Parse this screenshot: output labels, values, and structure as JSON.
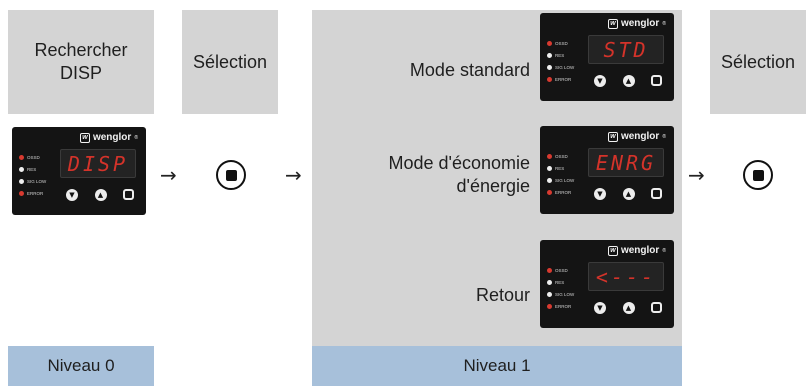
{
  "level0": {
    "search_label": "Rechercher\nDISP",
    "selection_label": "Sélection",
    "footer": "Niveau 0"
  },
  "level1": {
    "footer": "Niveau 1",
    "rows": [
      {
        "label": "Mode standard",
        "display": "STD"
      },
      {
        "label": "Mode d'économie\nd'énergie",
        "display": "ENRG"
      },
      {
        "label": "Retour",
        "display": "<---"
      }
    ]
  },
  "right_selection_label": "Sélection",
  "device": {
    "brand": "wenglor",
    "brand_mark": "®",
    "main_display": "DISP",
    "leds": [
      "OSSD",
      "RES",
      "SIG LOW",
      "ERROR"
    ]
  },
  "arrow_glyph": "→",
  "icons": {
    "select-button": "select-square-icon",
    "arrow": "arrow-right-icon"
  }
}
